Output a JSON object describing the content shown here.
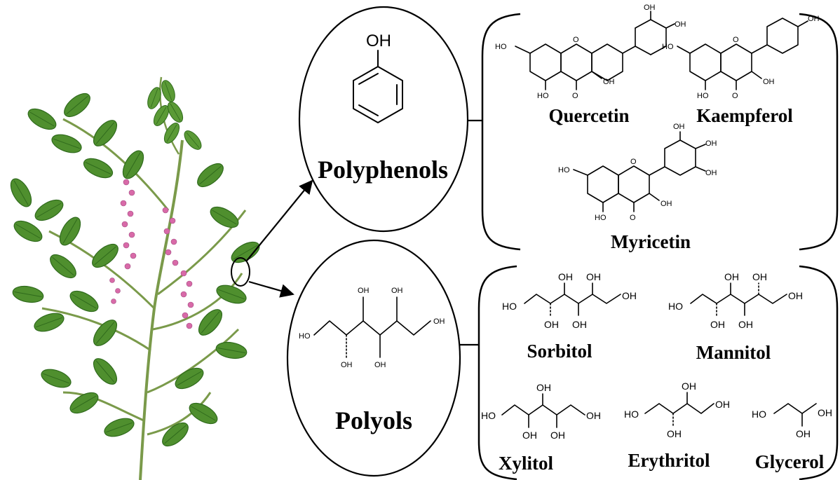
{
  "groups": {
    "polyphenols": {
      "label": "Polyphenols",
      "hydroxyl": "OH",
      "compounds": [
        "Quercetin",
        "Kaempferol",
        "Myricetin"
      ]
    },
    "polyols": {
      "label": "Polyols",
      "compounds": [
        "Sorbitol",
        "Mannitol",
        "Xylitol",
        "Erythritol",
        "Glycerol"
      ]
    }
  },
  "atoms": {
    "oh": "OH",
    "ho": "HO",
    "o": "O"
  },
  "colors": {
    "leaf": "#4f8f2e",
    "leaf_dark": "#2f6a1c",
    "stem": "#7a9a4a",
    "flower": "#d86aa8",
    "ink": "#000000"
  }
}
